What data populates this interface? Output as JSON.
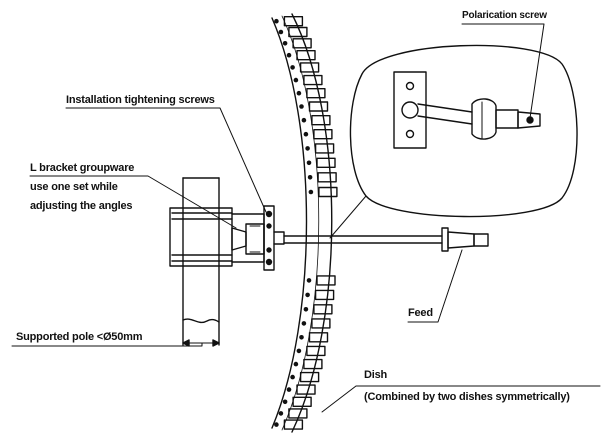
{
  "labels": {
    "polarization_screw": "Polarication screw",
    "installation_screws": "Installation tightening screws",
    "bracket_line1": "L bracket groupware",
    "bracket_line2": "use one set while",
    "bracket_line3": "adjusting the angles",
    "supported_pole": "Supported pole <Ø50mm",
    "feed": "Feed",
    "dish": "Dish",
    "dish_note": "(Combined by two dishes symmetrically)"
  },
  "colors": {
    "line": "#111111",
    "background": "#ffffff"
  }
}
